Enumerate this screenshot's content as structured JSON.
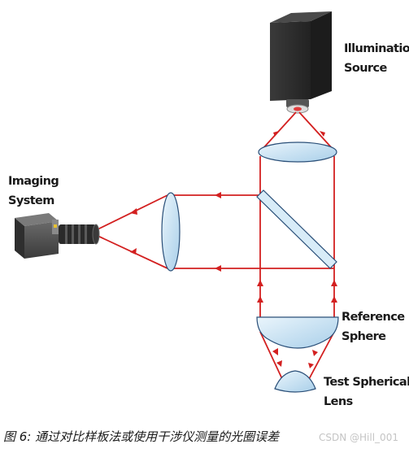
{
  "labels": {
    "illumination_line1": "Illumination",
    "illumination_line2": "Source",
    "imaging_line1": "Imaging",
    "imaging_line2": "System",
    "reference_line1": "Reference",
    "reference_line2": "Sphere",
    "test_line1": "Test Spherical",
    "test_line2": "Lens"
  },
  "caption": "图 6: 通过对比样板法或使用干涉仪测量的光圈误差",
  "watermark": "CSDN @Hill_001",
  "colors": {
    "beam": "#d32020",
    "glass": "#c4e0f2",
    "glass_edge": "#2a4f78",
    "housing_dark": "#2b2b2b",
    "camera_body": "#4e4e4e"
  },
  "icons": [
    "light-source-box",
    "camera-icon"
  ]
}
